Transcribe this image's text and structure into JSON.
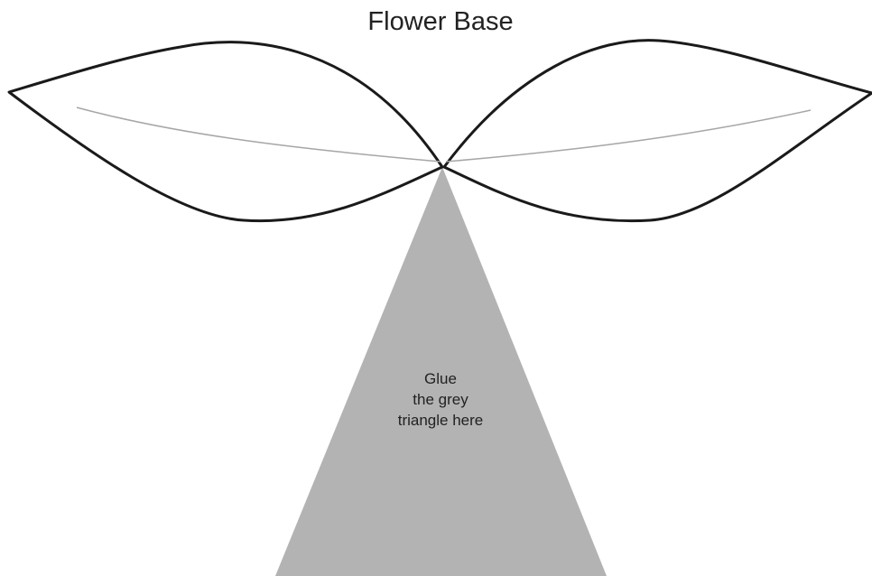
{
  "title": "Flower Base",
  "glue_label": {
    "line1": "Glue",
    "line2": "the grey",
    "line3": "triangle here"
  },
  "colors": {
    "petal_outline": "#1a1a1a",
    "center_vein": "#a6a6a6",
    "glue_triangle": "#b3b3b3",
    "background": "#ffffff"
  }
}
